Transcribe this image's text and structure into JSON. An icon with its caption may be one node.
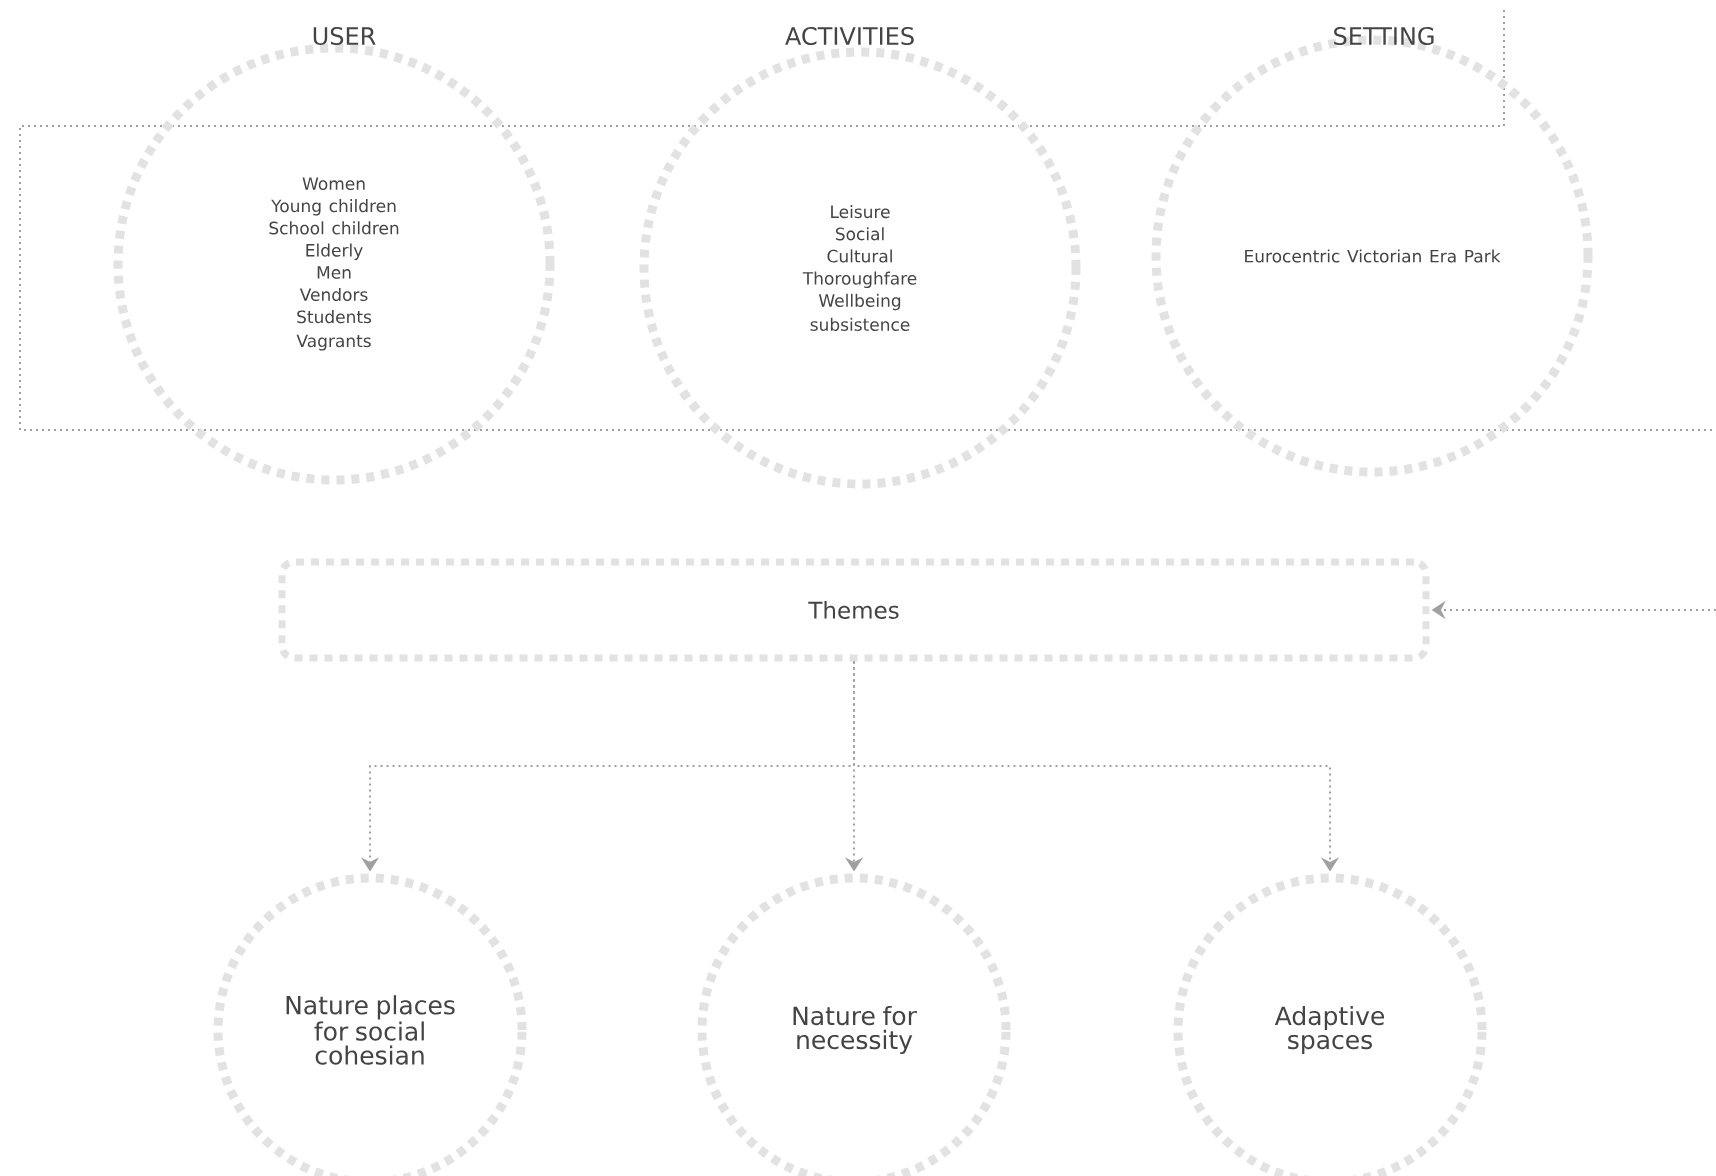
{
  "diagram": {
    "nodes": [
      {
        "text": [
          "USER",
          "Women",
          "Young children",
          "School children",
          "Elderly",
          "Men",
          "Vendors",
          "Students",
          "Vagrants"
        ]
      },
      {
        "text": [
          "ACTIVITIES",
          "Leisure",
          "Social",
          "Cultural",
          "Thoroughfare",
          "Wellbeing",
          "subsistence"
        ]
      },
      {
        "text": [
          "SETTING",
          "Eurocentric Victorian Era Park"
        ]
      },
      {
        "text": [
          "Themes"
        ]
      },
      {
        "text": [
          "Nature places for social cohesian"
        ]
      },
      {
        "text": [
          "Nature for necessity"
        ]
      },
      {
        "text": [
          "Adaptive spaces"
        ]
      }
    ],
    "edges": [
      {
        "from": null,
        "to": 3,
        "arrow": "to",
        "style": "dashed"
      },
      {
        "from": 3,
        "to": 4,
        "arrow": "to",
        "style": "dashed"
      },
      {
        "from": 3,
        "to": 5,
        "arrow": "to",
        "style": "dashed"
      },
      {
        "from": 3,
        "to": 6,
        "arrow": "to",
        "style": "dashed"
      }
    ]
  }
}
